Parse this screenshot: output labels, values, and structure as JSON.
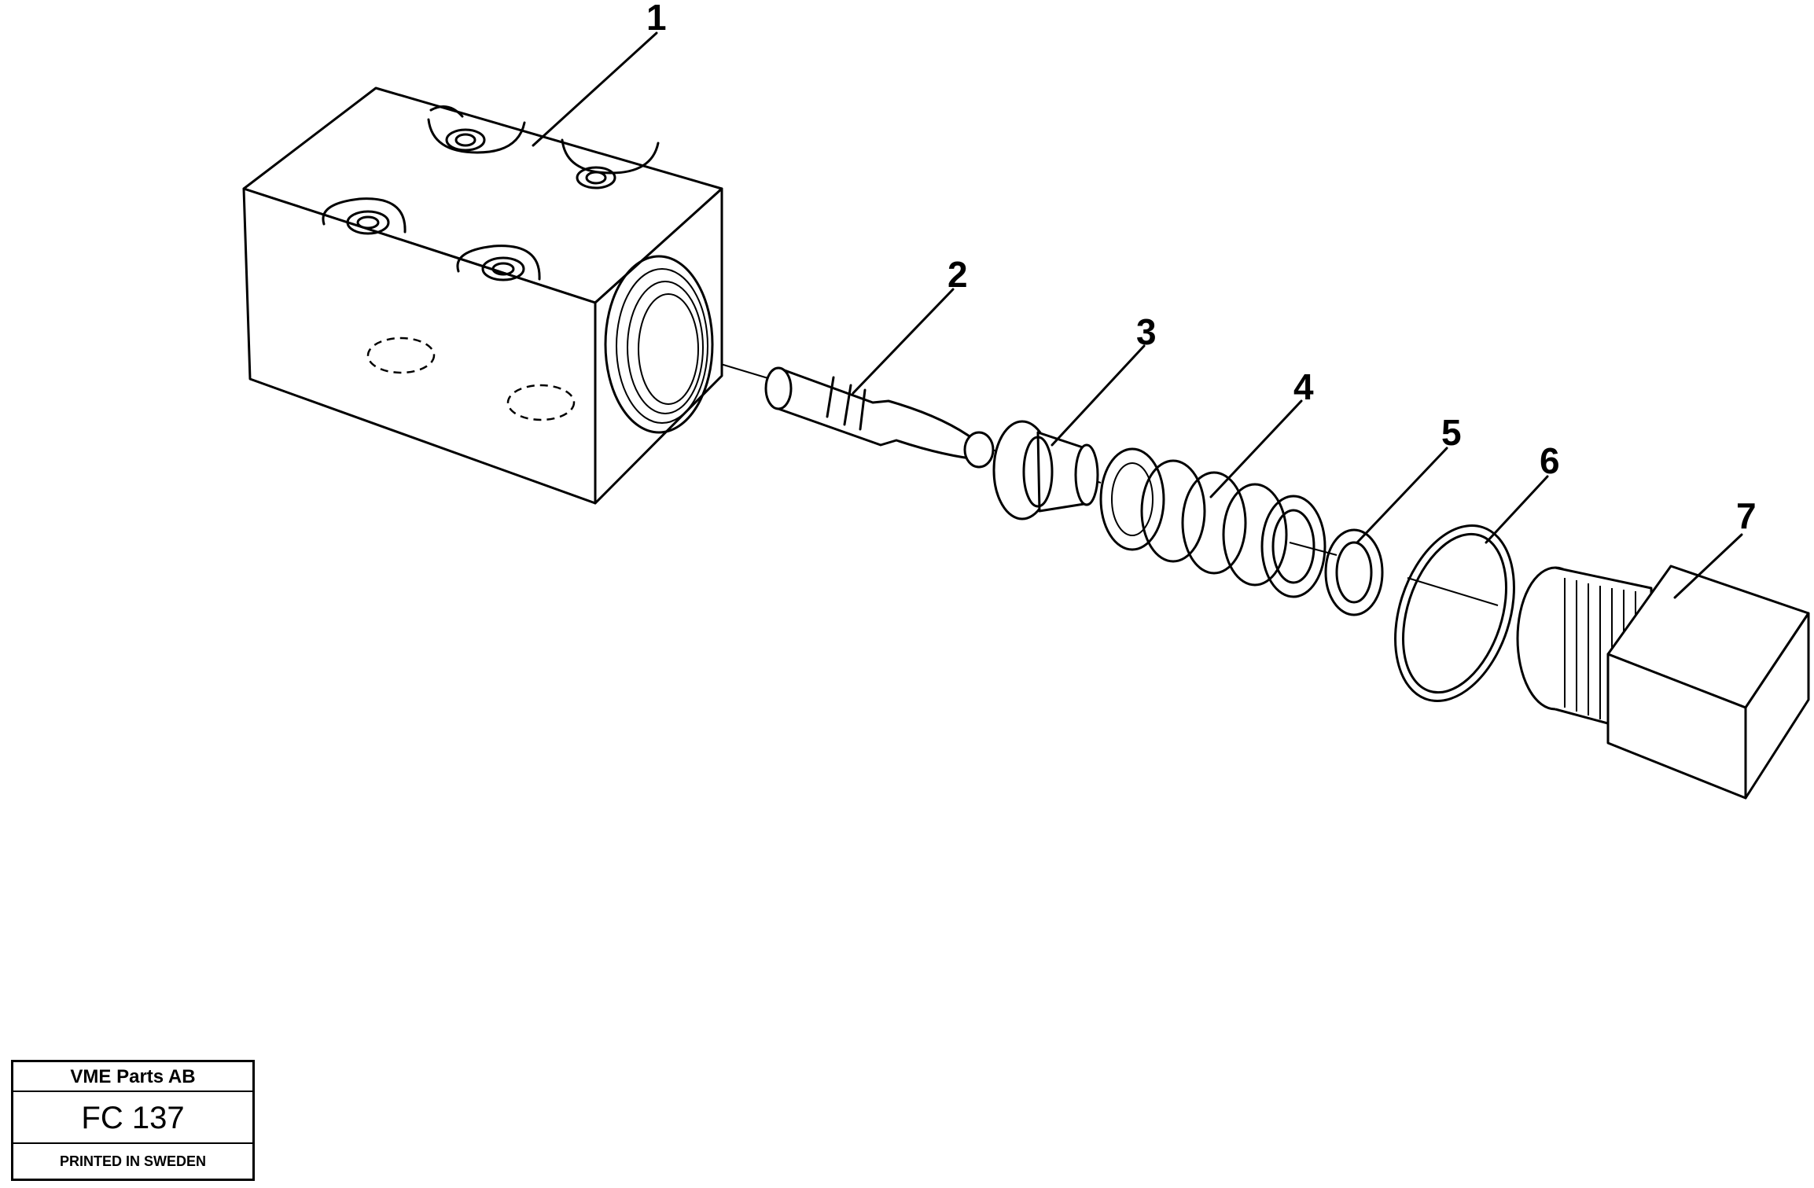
{
  "callouts": [
    "1",
    "2",
    "3",
    "4",
    "5",
    "6",
    "7"
  ],
  "title_block": {
    "company": "VME Parts AB",
    "figure_code": "FC 137",
    "printed": "PRINTED IN SWEDEN"
  }
}
